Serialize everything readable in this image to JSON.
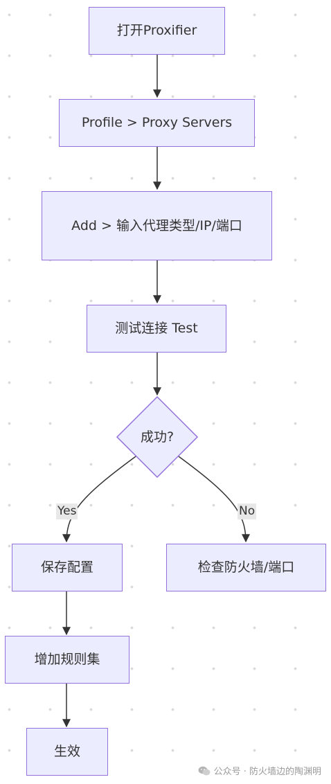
{
  "nodes": {
    "open_proxifier": "打开Proxifier",
    "proxy_servers": "Profile > Proxy Servers",
    "add_proxy": "Add > 输入代理类型/IP/端口",
    "test_connection": "测试连接 Test",
    "success_decision": "成功?",
    "save_config": "保存配置",
    "check_firewall": "检查防火墙/端口",
    "add_rules": "增加规则集",
    "take_effect": "生效"
  },
  "edge_labels": {
    "yes": "Yes",
    "no": "No"
  },
  "watermark": {
    "text": "公众号 · 防火墙边的陶渊明",
    "icon": "wechat-icon"
  },
  "colors": {
    "node_fill": "#ececff",
    "node_border": "#9370db",
    "edge": "#333333",
    "edge_label_bg": "#e8e8e8"
  }
}
